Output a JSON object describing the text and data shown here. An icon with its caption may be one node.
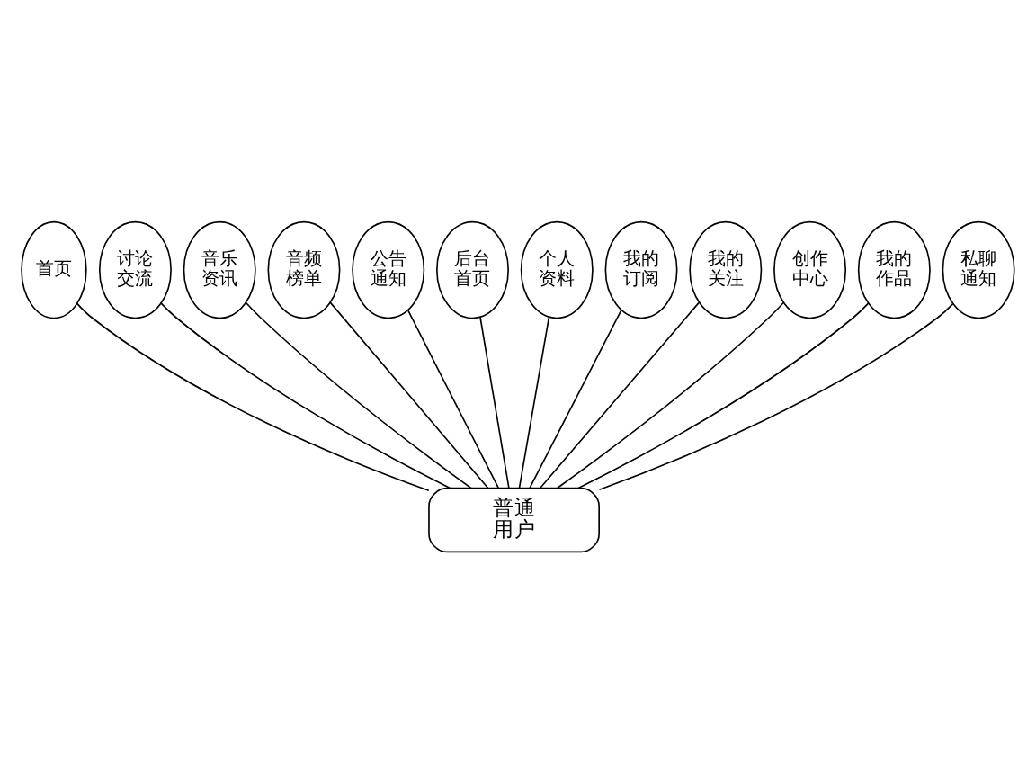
{
  "diagram": {
    "nodes": [
      {
        "text": [
          "首页"
        ]
      },
      {
        "text": [
          "讨论交流"
        ]
      },
      {
        "text": [
          "音乐资讯"
        ]
      },
      {
        "text": [
          "音频榜单"
        ]
      },
      {
        "text": [
          "公告通知"
        ]
      },
      {
        "text": [
          "后台首页"
        ]
      },
      {
        "text": [
          "个人资料"
        ]
      },
      {
        "text": [
          "我的订阅"
        ]
      },
      {
        "text": [
          "我的关注"
        ]
      },
      {
        "text": [
          "创作中心"
        ]
      },
      {
        "text": [
          "我的作品"
        ]
      },
      {
        "text": [
          "私聊通知"
        ]
      },
      {
        "text": [
          "普通用户"
        ]
      }
    ],
    "edges": [
      {
        "from": 12,
        "to": 0,
        "arrow": "none"
      },
      {
        "from": 12,
        "to": 1,
        "arrow": "none"
      },
      {
        "from": 12,
        "to": 2,
        "arrow": "none"
      },
      {
        "from": 12,
        "to": 3,
        "arrow": "none"
      },
      {
        "from": 12,
        "to": 4,
        "arrow": "none"
      },
      {
        "from": 12,
        "to": 5,
        "arrow": "none"
      },
      {
        "from": 12,
        "to": 6,
        "arrow": "none"
      },
      {
        "from": 12,
        "to": 7,
        "arrow": "none"
      },
      {
        "from": 12,
        "to": 8,
        "arrow": "none"
      },
      {
        "from": 12,
        "to": 9,
        "arrow": "none"
      },
      {
        "from": 12,
        "to": 10,
        "arrow": "none"
      },
      {
        "from": 12,
        "to": 11,
        "arrow": "none"
      }
    ]
  }
}
